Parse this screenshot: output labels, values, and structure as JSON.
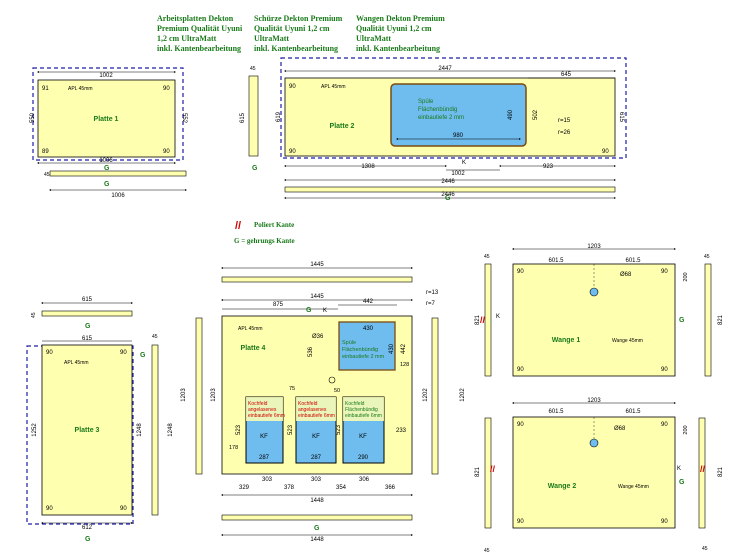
{
  "headers": {
    "arbeitsplatten": "Arbeitsplatten Dekton\nPremium Qualität Uyuni\n1,2 cm UltraMatt\ninkl. Kantenbearbeitung",
    "schuerze": "Schürze Dekton Premium\nQualität Uyuni 1,2 cm\nUltraMatt\ninkl. Kantenbearbeitung",
    "wangen": "Wangen Dekton Premium\nQualität Uyuni 1,2 cm\nUltraMatt\ninkl. Kantenbearbeitung"
  },
  "legend": {
    "poliert_mark": "//",
    "poliert_label": "Poliert Kante",
    "gehrung_label": "G = gehrungs Kante"
  },
  "panels": {
    "platte1": {
      "label": "Platte 1",
      "apl": "APL 45mm",
      "dims": [
        "1002",
        "1006",
        "1006",
        "550",
        "552",
        "45"
      ],
      "corners": [
        "91",
        "90",
        "89",
        "90"
      ]
    },
    "platte2": {
      "label": "Platte 2",
      "apl": "APL 45mm",
      "dims": [
        "2447",
        "645",
        "615",
        "619",
        "615",
        "1308",
        "1002",
        "923",
        "2446",
        "2446",
        "45"
      ],
      "corners": [
        "90",
        "90",
        "90"
      ]
    },
    "sink2": {
      "label": "Spüle\nFlächenbündig\neinbautiefe 2 mm",
      "dims": [
        "980",
        "490",
        "502",
        "r=15",
        "r=26"
      ]
    },
    "platte3": {
      "label": "Platte 3",
      "apl": "APL 45mm",
      "dims": [
        "615",
        "615",
        "1252",
        "1248",
        "1248",
        "612",
        "45",
        "45"
      ],
      "corners": [
        "90",
        "90",
        "90",
        "90"
      ]
    },
    "platte4": {
      "label": "Platte 4",
      "apl": "APL 45mm",
      "dims": [
        "1445",
        "1445",
        "875",
        "442",
        "430",
        "430",
        "442",
        "1203",
        "1203",
        "1202",
        "1202",
        "1448",
        "1448",
        "536",
        "178",
        "523",
        "523",
        "523",
        "233",
        "r=13",
        "r=7",
        "Ø36",
        "50",
        "75",
        "128"
      ]
    },
    "sink4": {
      "label": "Spüle\nFlächenbündig\neinbautiefe 2 mm"
    },
    "kochfelder": [
      {
        "label": "Kochfeld\nangelasenes\neinbautiefe 6mm",
        "kf": "KF",
        "width": "287"
      },
      {
        "label": "Kochfeld\nangelasenes\neinbautiefe 6mm",
        "kf": "KF",
        "width": "287"
      },
      {
        "label": "Kochfeld\nFlächenbündig\neinbautiefe 6mm",
        "kf": "KF",
        "width": "290"
      }
    ],
    "platte4_bottom_dims": [
      "329",
      "303",
      "378",
      "303",
      "354",
      "306",
      "366"
    ],
    "wange1": {
      "label": "Wange 1",
      "apl": "Wange 45mm",
      "dims": [
        "1203",
        "601.5",
        "601.5",
        "200",
        "821",
        "821",
        "45",
        "45"
      ],
      "hole": "Ø68",
      "corners": [
        "90",
        "90",
        "90",
        "90"
      ]
    },
    "wange2": {
      "label": "Wange 2",
      "apl": "Wange 45mm",
      "dims": [
        "1203",
        "601.5",
        "601.5",
        "200",
        "821",
        "821",
        "45",
        "45"
      ],
      "hole": "Ø68",
      "corners": [
        "90",
        "90",
        "90",
        "90"
      ]
    }
  },
  "marks": {
    "gehrung": "G",
    "kante": "K"
  }
}
